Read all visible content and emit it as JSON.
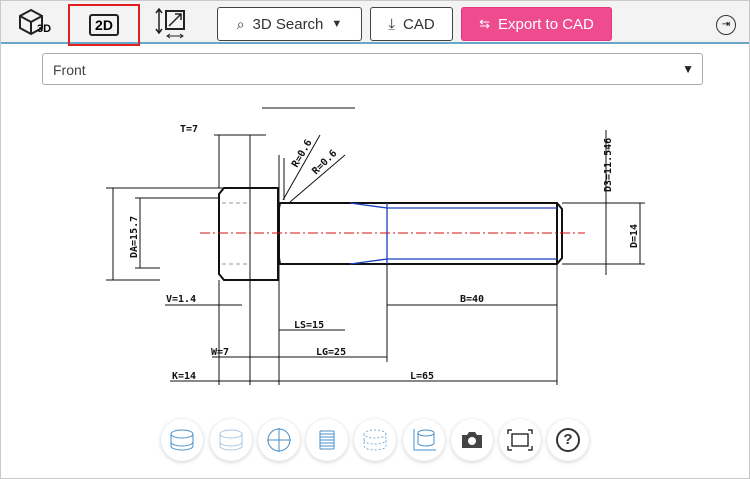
{
  "toolbar": {
    "view_3d_label": "3D",
    "view_2d_label": "2D",
    "search_label": "3D Search",
    "cad_label": "CAD",
    "export_label": "Export to CAD"
  },
  "view_select": {
    "value": "Front"
  },
  "drawing": {
    "dims": {
      "T": "T=7",
      "R1": "R=0.6",
      "R2": "R=0.6",
      "D3": "D3=11.546",
      "DA": "DA=15.7",
      "D": "D=14",
      "V": "V=1.4",
      "B": "B=40",
      "LS": "LS=15",
      "W": "W=7",
      "LG": "LG=25",
      "K": "K=14",
      "L": "L=65"
    }
  },
  "bottom_tools": [
    "solid-view",
    "transparent-view",
    "crosshair",
    "threads",
    "hidden-lines",
    "dimensions",
    "screenshot",
    "fit-screen",
    "help"
  ],
  "colors": {
    "accent": "#ef4b8f",
    "active_border": "#e02020",
    "thread": "#1a3fbf",
    "centerline": "#d01010"
  }
}
